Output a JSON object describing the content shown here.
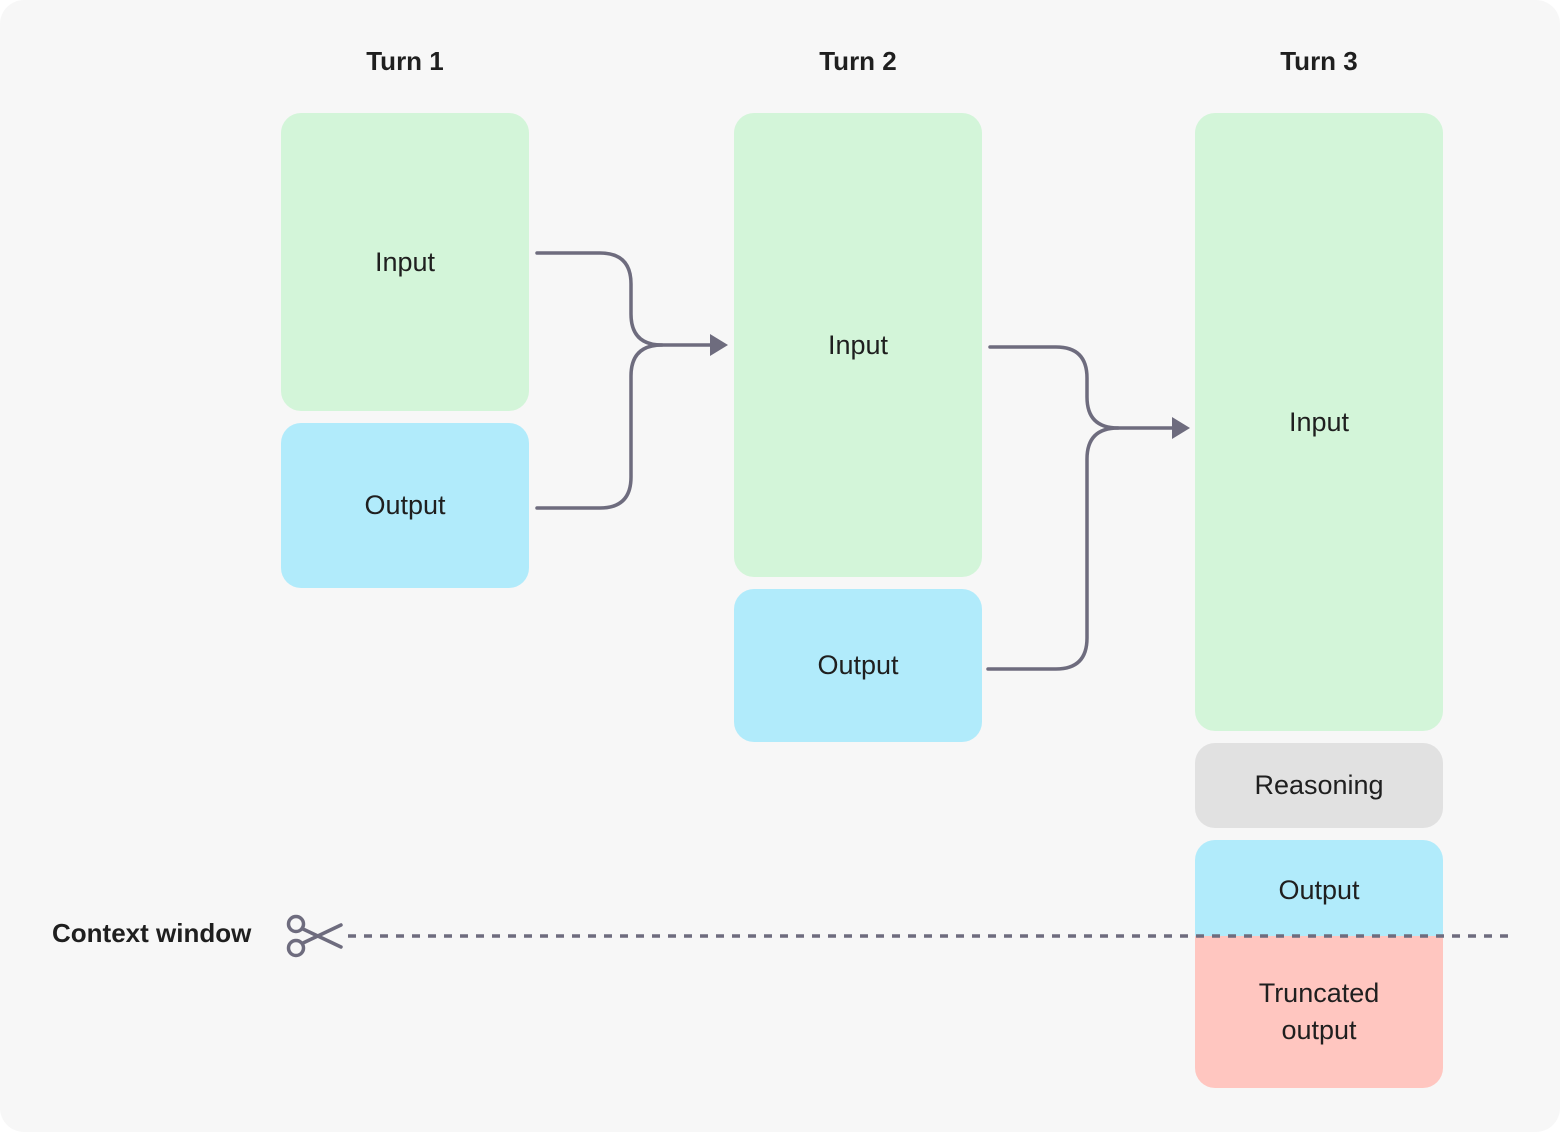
{
  "turns": [
    {
      "title": "Turn 1",
      "input": "Input",
      "output": "Output"
    },
    {
      "title": "Turn 2",
      "input": "Input",
      "output": "Output"
    },
    {
      "title": "Turn 3",
      "input": "Input",
      "reasoning": "Reasoning",
      "output": "Output",
      "truncated": "Truncated\noutput"
    }
  ],
  "context_window": {
    "label": "Context window",
    "icon": "scissors-icon"
  },
  "colors": {
    "input": "#d3f5d9",
    "output": "#b1ebfb",
    "reasoning": "#e1e1e1",
    "truncated": "#ffc6c0",
    "connector": "#6e6c7e"
  }
}
